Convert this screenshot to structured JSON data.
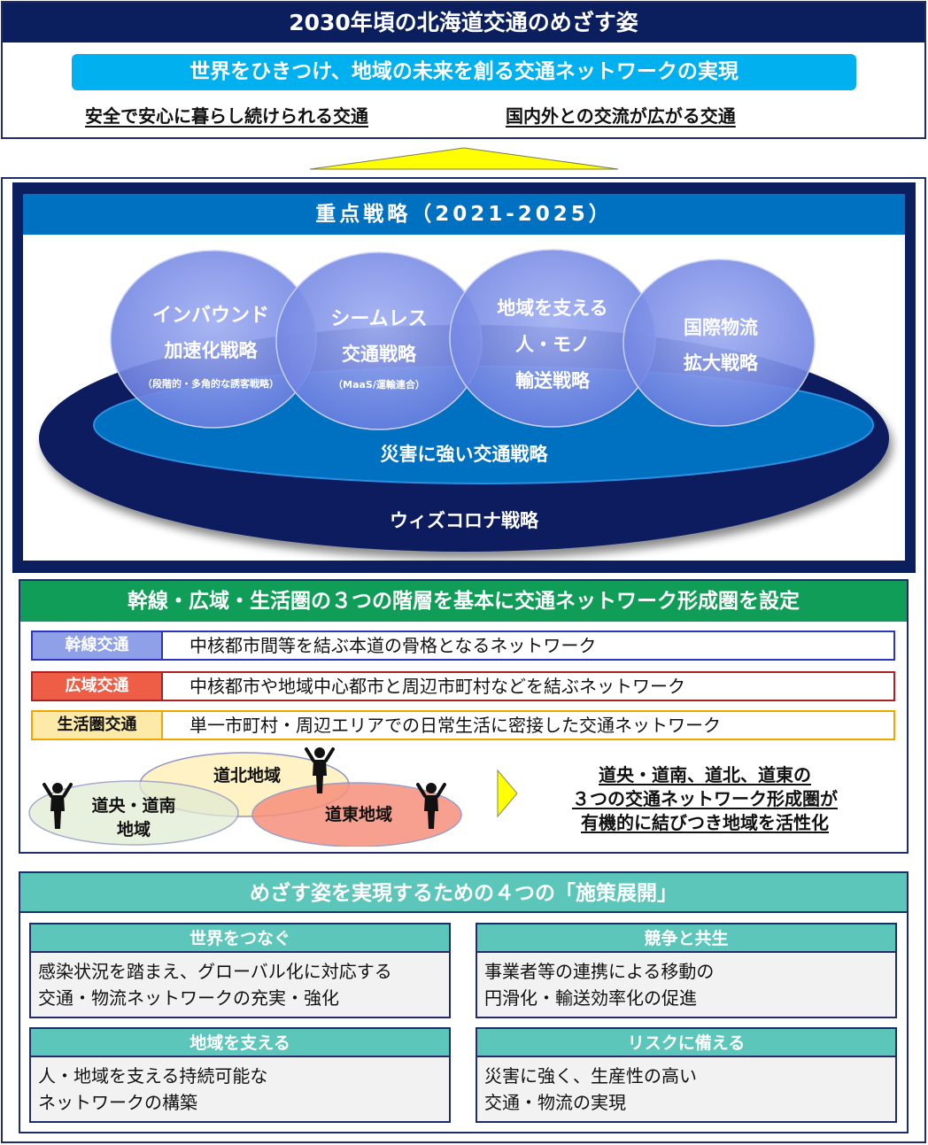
{
  "vision": {
    "title": "2030年頃の北海道交通のめざす姿",
    "main": "世界をひきつけ、地域の未来を創る交通ネットワークの実現",
    "sub": [
      "安全で安心に暮らし続けられる交通",
      "国内外との交流が広がる交通"
    ]
  },
  "strategy": {
    "header": "重点戦略（2021-2025）",
    "outer_ring": "ウィズコロナ戦略",
    "inner_ring": "災害に強い交通戦略",
    "circles": [
      {
        "lines": [
          "インバウンド",
          "加速化戦略"
        ],
        "note": "（段階的・多角的な誘客戦略）"
      },
      {
        "lines": [
          "シームレス",
          "交通戦略"
        ],
        "note": "（MaaS/運輸連合）"
      },
      {
        "lines": [
          "地域を支える",
          "人・モノ",
          "輸送戦略"
        ],
        "note": ""
      },
      {
        "lines": [
          "国際物流",
          "拡大戦略"
        ],
        "note": ""
      }
    ]
  },
  "network": {
    "header": "幹線・広域・生活圏の３つの階層を基本に交通ネットワーク形成圏を設定",
    "tiers": [
      {
        "label": "幹線交通",
        "desc": "中核都市間等を結ぶ本道の骨格となるネットワーク"
      },
      {
        "label": "広域交通",
        "desc": "中核都市や地域中心都市と周辺市町村などを結ぶネットワーク"
      },
      {
        "label": "生活圏交通",
        "desc": "単一市町村・周辺エリアでの日常生活に密接した交通ネットワーク"
      }
    ],
    "regions": [
      "道北地域",
      "道央・道南",
      "地域",
      "道東地域"
    ],
    "conclusion": [
      "道央・道南、道北、道東の",
      "３つの交通ネットワーク形成圏が",
      "有機的に結びつき地域を活性化"
    ]
  },
  "measures": {
    "header": "めざす姿を実現するための４つの「施策展開」",
    "cards": [
      {
        "title": "世界をつなぐ",
        "body": [
          "感染状況を踏まえ、グローバル化に対応する",
          "交通・物流ネットワークの充実・強化"
        ]
      },
      {
        "title": "競争と共生",
        "body": [
          "事業者等の連携による移動の",
          "円滑化・輸送効率化の促進"
        ]
      },
      {
        "title": "地域を支える",
        "body": [
          "人・地域を支える持続可能な",
          "ネットワークの構築"
        ]
      },
      {
        "title": "リスクに備える",
        "body": [
          "災害に強く、生産性の高い",
          "交通・物流の実現"
        ]
      }
    ]
  },
  "colors": {
    "navy": "#0b1f5e",
    "blue": "#0070c0",
    "cyan": "#00b0ef",
    "green": "#0f9d58",
    "teal": "#5bc6b9",
    "tier_trunk": "#8fa0e8",
    "tier_wide": "#ee5d45",
    "tier_life": "#fde9a8",
    "region_north": "#fff2c2",
    "region_central": "#e1ecd3",
    "region_east": "#f7907c",
    "arrow_yellow": "#ffff00"
  },
  "icons": [
    "up-arrow-icon",
    "right-arrow-icon",
    "person-icon"
  ]
}
